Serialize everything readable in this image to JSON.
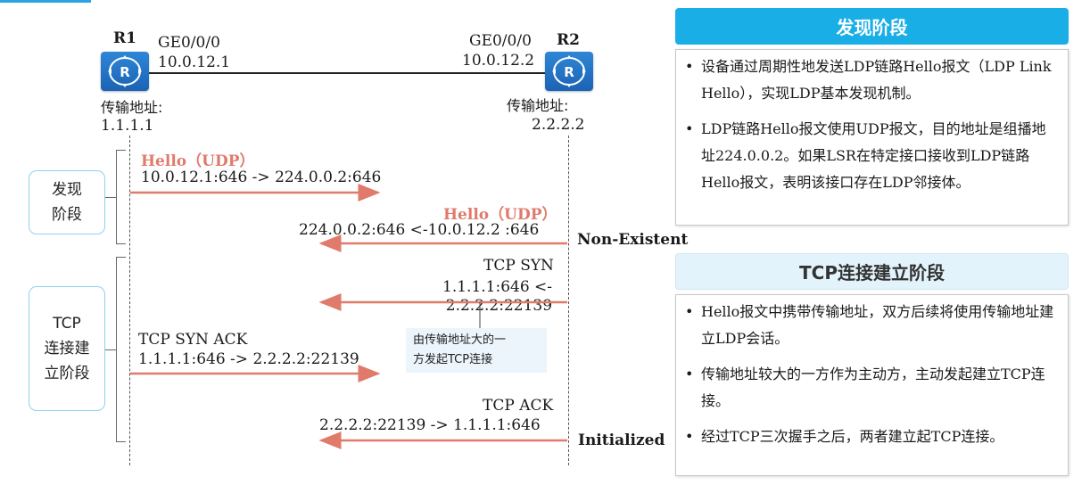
{
  "routers": {
    "r1": {
      "name": "R1",
      "interface": "GE0/0/0",
      "ip": "10.0.12.1",
      "transport_label": "传输地址:",
      "transport_addr": "1.1.1.1"
    },
    "r2": {
      "name": "R2",
      "interface": "GE0/0/0",
      "ip": "10.0.12.2",
      "transport_label": "传输地址:",
      "transport_addr": "2.2.2.2"
    }
  },
  "phases": {
    "discovery": "发现\n阶段",
    "tcp": "TCP\n连接建\n立阶段"
  },
  "messages": [
    {
      "title": "Hello（UDP）",
      "text": "10.0.12.1:646 -> 224.0.0.2:646",
      "direction": "right"
    },
    {
      "title": "Hello（UDP）",
      "text": "224.0.0.2:646 <-10.0.12.2 :646",
      "direction": "left"
    },
    {
      "title": "TCP SYN",
      "text": "1.1.1.1:646 <-\n2.2.2.2:22139",
      "direction": "left"
    },
    {
      "title": "TCP SYN ACK",
      "text": "1.1.1.1:646 -> 2.2.2.2:22139",
      "direction": "right"
    },
    {
      "title": "TCP ACK",
      "text": "2.2.2.2:22139 -> 1.1.1.1:646",
      "direction": "left"
    }
  ],
  "states": {
    "non_existent": "Non-Existent",
    "initialized": "Initialized"
  },
  "note": "由传输地址大的一\n方发起TCP连接",
  "panels": {
    "discovery": {
      "title": "发现阶段",
      "bullets": [
        "设备通过周期性地发送LDP链路Hello报文（LDP Link Hello），实现LDP基本发现机制。",
        "LDP链路Hello报文使用UDP报文，目的地址是组播地址224.0.0.2。如果LSR在特定接口接收到LDP链路Hello报文，表明该接口存在LDP邻接体。"
      ]
    },
    "tcp": {
      "title": "TCP连接建立阶段",
      "bullets": [
        "Hello报文中携带传输地址，双方后续将使用传输地址建立LDP会话。",
        "传输地址较大的一方作为主动方，主动发起建立TCP连接。",
        "经过TCP三次握手之后，两者建立起TCP连接。"
      ]
    }
  },
  "colors": {
    "arrow": "#e07a6a",
    "accent": "#1aaee6",
    "panel_light": "#e3f3fb"
  }
}
